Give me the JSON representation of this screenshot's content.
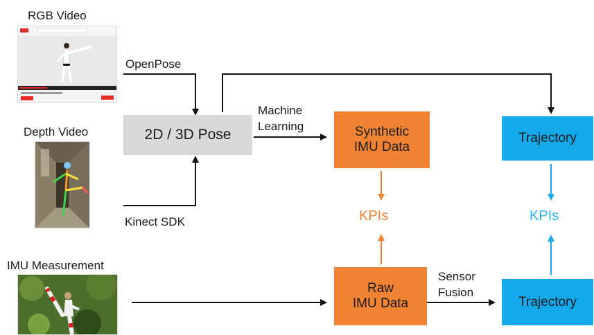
{
  "sources": {
    "rgb": {
      "title": "RGB Video",
      "image": "rgb-video-screenshot"
    },
    "depth": {
      "title": "Depth Video",
      "image": "depth-video-frame"
    },
    "imu": {
      "title": "IMU Measurement",
      "image": "imu-measurement-photo"
    }
  },
  "edges": {
    "openpose": "OpenPose",
    "kinect": "Kinect SDK",
    "ml_line1": "Machine",
    "ml_line2": "Learning",
    "sf_line1": "Sensor",
    "sf_line2": "Fusion"
  },
  "nodes": {
    "pose": "2D / 3D Pose",
    "synthetic_line1": "Synthetic",
    "synthetic_line2": "IMU Data",
    "raw_line1": "Raw",
    "raw_line2": "IMU Data",
    "traj_top": "Trajectory",
    "traj_bottom": "Trajectory",
    "kpi_orange": "KPIs",
    "kpi_blue": "KPIs"
  },
  "colors": {
    "orange": "#F08434",
    "blue": "#14A9EA",
    "gray": "#D9D9D9",
    "kpi_orange": "#F08434",
    "kpi_blue": "#2DB6F0"
  }
}
